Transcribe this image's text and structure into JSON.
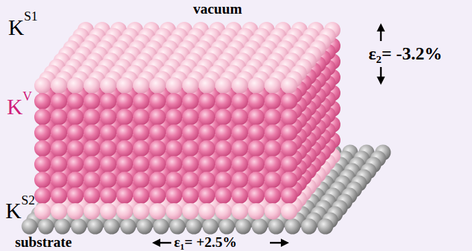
{
  "diagram": {
    "labels": [
      "vacuum",
      "K",
      "S1",
      "K",
      "V",
      "K",
      "S2",
      "ε₂= -3.2%",
      "substrate",
      "ε₁= +2.5%"
    ]
  }
}
